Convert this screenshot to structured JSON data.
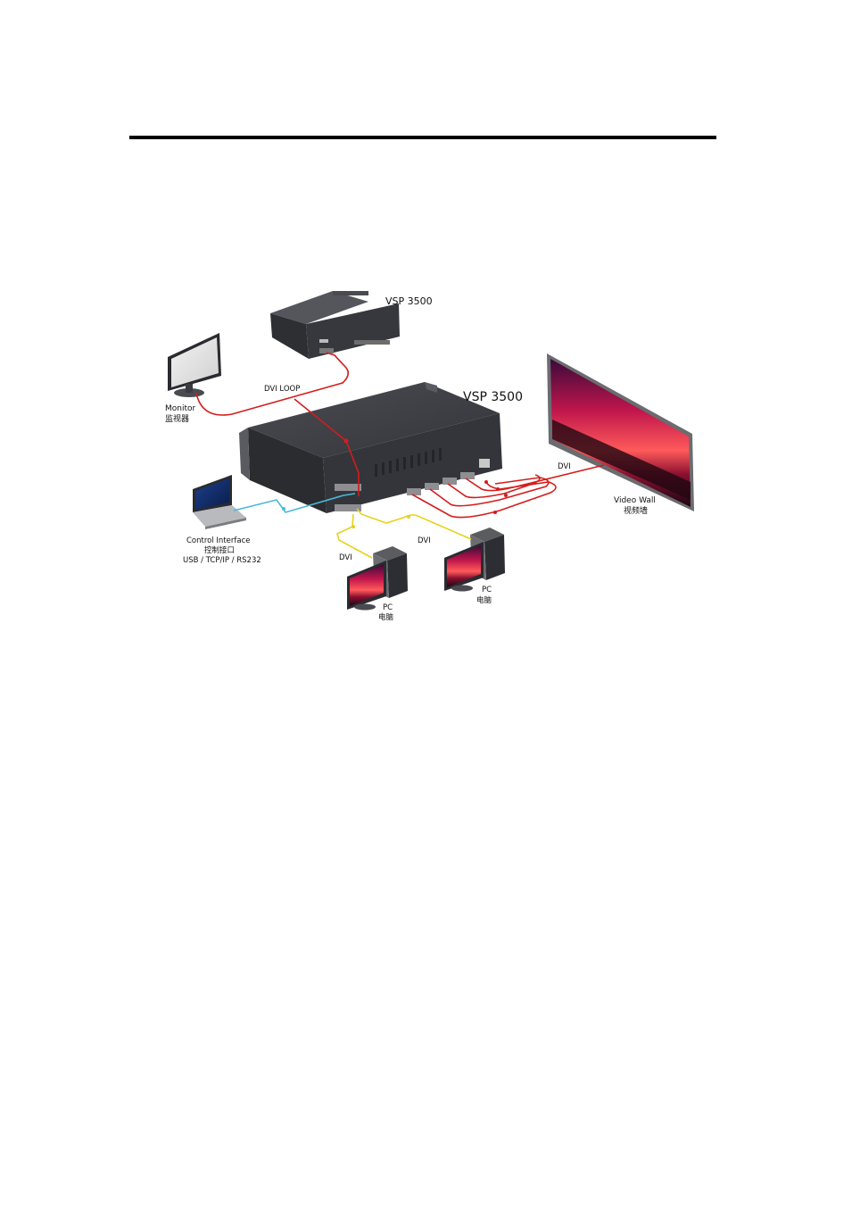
{
  "labels": {
    "vsp_top": "VSP 3500",
    "vsp_main": "VSP 3500",
    "dvi_loop": "DVI LOOP",
    "monitor_en": "Monitor",
    "monitor_cn": "监视器",
    "video_wall_en": "Video Wall",
    "video_wall_cn": "视频墙",
    "dvi_wall": "DVI",
    "dvi_pc_left": "DVI",
    "dvi_pc_right": "DVI",
    "control_en": "Control Interface",
    "control_cn": "控制接口",
    "control_ports": "USB / TCP/IP / RS232",
    "pc_left_en": "PC",
    "pc_left_cn": "电脑",
    "pc_right_en": "PC",
    "pc_right_cn": "电脑"
  },
  "colors": {
    "dvi_cable": "#d41c1c",
    "control_cable": "#49b8d8",
    "pc_cable": "#e6d21e",
    "chassis": "#3e3f44"
  }
}
